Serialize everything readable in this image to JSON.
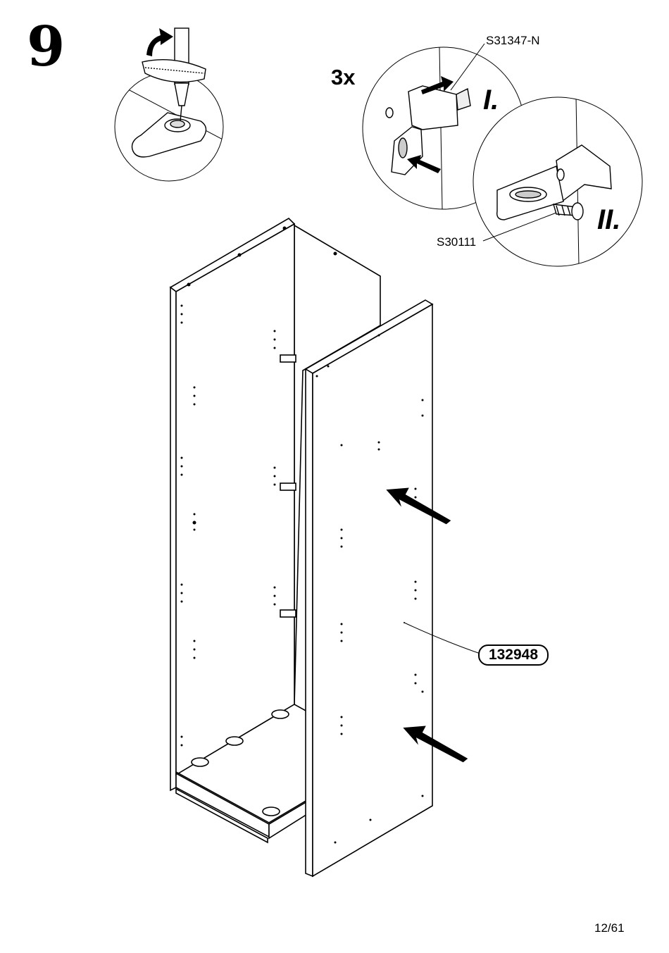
{
  "step": {
    "number": "9"
  },
  "detail": {
    "quantity": "3x",
    "stage_1": "I.",
    "stage_2": "II.",
    "fitting_code": "S31347-N",
    "screw_code": "S30111"
  },
  "panel": {
    "code": "132948"
  },
  "footer": {
    "page": "12/61"
  }
}
